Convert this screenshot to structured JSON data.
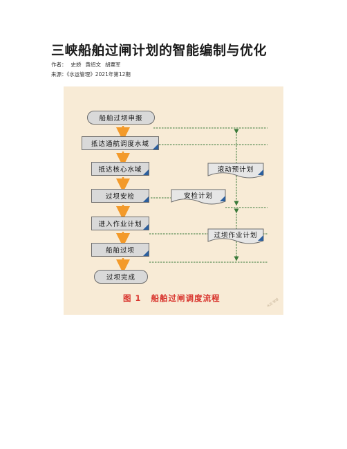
{
  "article": {
    "title": "三峡船舶过闸计划的智能编制与优化",
    "authors_label": "作者：",
    "authors": [
      "史娇",
      "黄绍文",
      "胡粟军"
    ],
    "source": "来源：《水运管理》2021年第12期"
  },
  "figure": {
    "steps": [
      "船舶过坝申报",
      "抵达通航调度水域",
      "抵达核心水域",
      "过坝安检",
      "进入作业计划",
      "船舶过坝",
      "过坝完成"
    ],
    "plans": [
      "滚动预计划",
      "安检计划",
      "过坝作业计划"
    ],
    "caption_number": "图 1",
    "caption_text": "船舶过闸调度流程",
    "watermark": "水运 管理",
    "colors": {
      "background": "#f8ebd6",
      "box_fill": "#d9d9d9",
      "arrow": "#f39a2a",
      "dashed_line": "#3a7a3a",
      "corner_accent": "#2b5f9e",
      "caption": "#d8322b"
    }
  }
}
